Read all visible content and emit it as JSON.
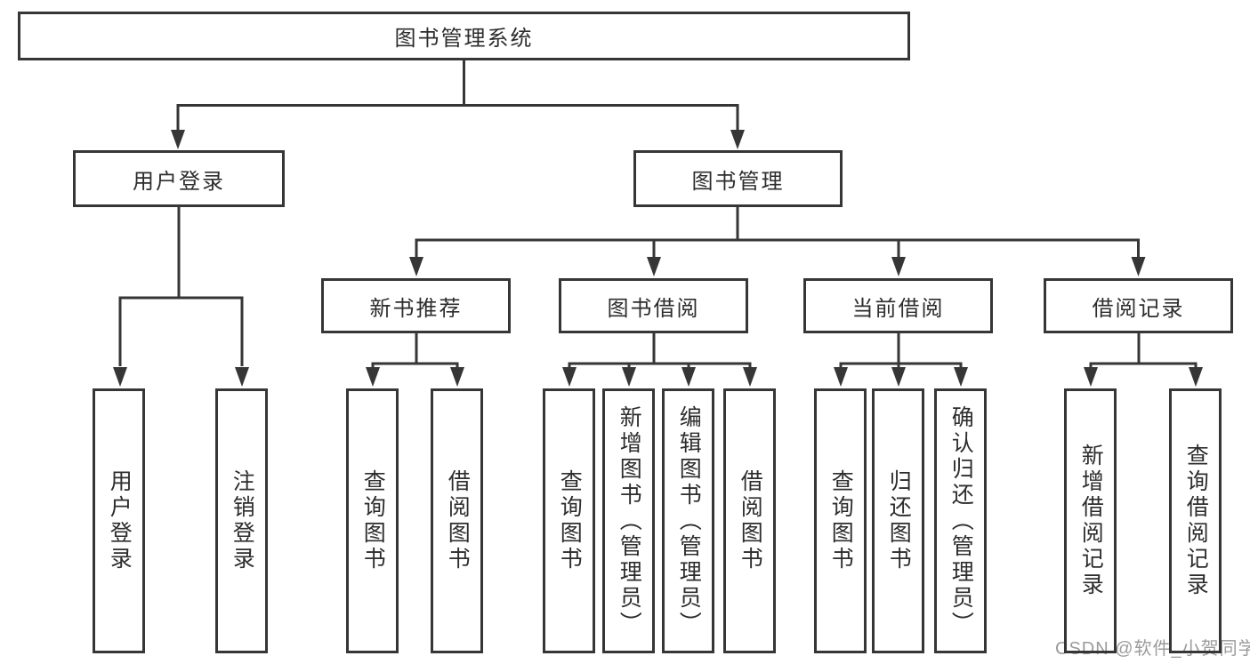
{
  "diagram_title": "图书管理系统",
  "root": {
    "label": "图书管理系统"
  },
  "level2": {
    "user_login": {
      "label": "用户登录"
    },
    "book_mgmt": {
      "label": "图书管理"
    }
  },
  "level3": {
    "new_book": {
      "label": "新书推荐"
    },
    "borrow": {
      "label": "图书借阅"
    },
    "current": {
      "label": "当前借阅"
    },
    "records": {
      "label": "借阅记录"
    }
  },
  "leaves": {
    "user_login": [
      {
        "label": "用户登录"
      },
      {
        "label": "注销登录"
      }
    ],
    "new_book": [
      {
        "label": "查询图书"
      },
      {
        "label": "借阅图书"
      }
    ],
    "borrow": [
      {
        "label": "查询图书"
      },
      {
        "label": "新增图书（管理员）"
      },
      {
        "label": "编辑图书（管理员）"
      },
      {
        "label": "借阅图书"
      }
    ],
    "current": [
      {
        "label": "查询图书"
      },
      {
        "label": "归还图书"
      },
      {
        "label": "确认归还（管理员）"
      }
    ],
    "records": [
      {
        "label": "新增借阅记录"
      },
      {
        "label": "查询借阅记录"
      }
    ]
  },
  "watermark": "CSDN @软件_小贺同学",
  "colors": {
    "line": "#363636",
    "box_border": "#363636",
    "text": "#2d2d2d",
    "background": "#ffffff",
    "watermark": "#9b9b9b"
  }
}
